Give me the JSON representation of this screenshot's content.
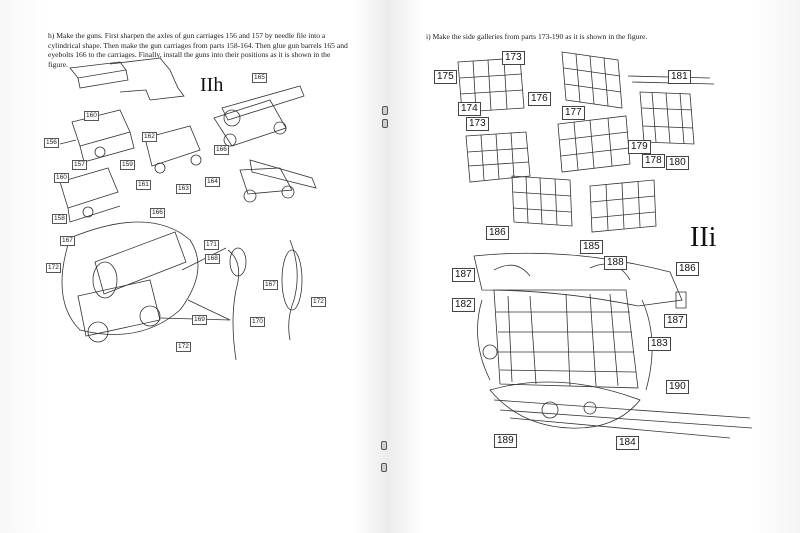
{
  "left_page": {
    "instruction": "h) Make the guns. First sharpen the axles of gun carriages 156 and 157 by needle file into a cylindrical shape. Then make the gun carriages from parts 158-164. Then glue gun barrels 165 and eyebolts 166 to the carriages. Finally, install the guns into their positions as it is shown in the figure.",
    "figure_title": "IIh",
    "labels": [
      "165",
      "160",
      "162",
      "156",
      "157",
      "159",
      "161",
      "163",
      "164",
      "166",
      "160",
      "158",
      "166",
      "167",
      "171",
      "168",
      "172",
      "167",
      "169",
      "170",
      "172",
      "172"
    ]
  },
  "right_page": {
    "instruction": "i) Make the side galleries from parts 173-190 as it is shown in the figure.",
    "figure_title": "IIi",
    "labels": [
      "173",
      "175",
      "176",
      "174",
      "181",
      "177",
      "179",
      "178",
      "180",
      "173",
      "186",
      "185",
      "188",
      "186",
      "187",
      "187",
      "182",
      "183",
      "190",
      "189",
      "184"
    ]
  }
}
